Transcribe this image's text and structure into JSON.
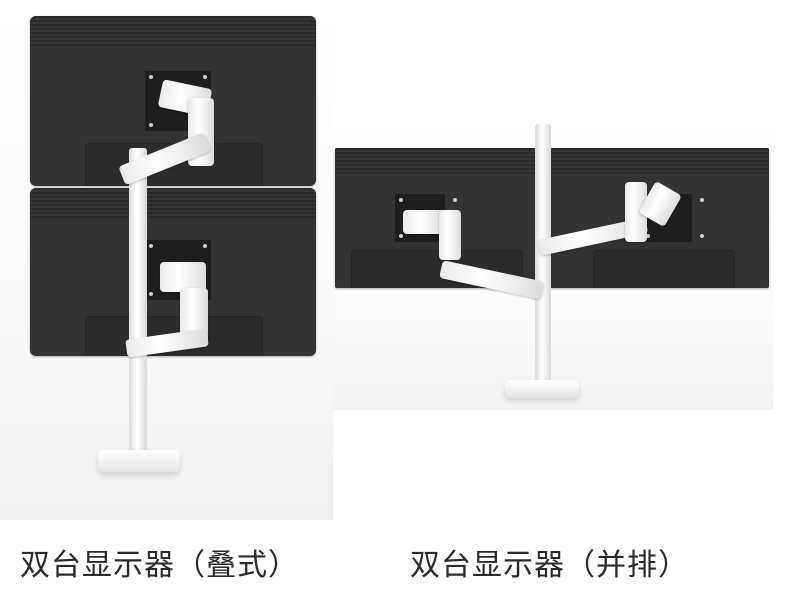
{
  "panels": [
    {
      "id": "stacked",
      "caption": "双台显示器（叠式）",
      "layout": "vertical",
      "monitors": 2
    },
    {
      "id": "side-by-side",
      "caption": "双台显示器（并排）",
      "layout": "horizontal",
      "monitors": 2
    }
  ],
  "colors": {
    "monitor_back": "#333333",
    "arm": "#f2f2f2",
    "caption_text": "#2a2a2a",
    "background": "#ffffff"
  }
}
